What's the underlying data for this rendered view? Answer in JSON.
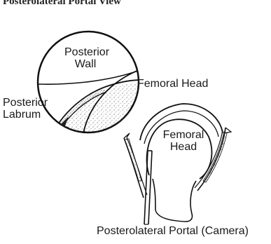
{
  "title": "Posterolateral Portal View",
  "labels": {
    "posterior_wall": [
      "Posterior",
      "Wall"
    ],
    "femoral_head_inset": "Femoral Head",
    "posterior_labrum": [
      "Posterior",
      "Labrum"
    ],
    "femoral_head_main": [
      "Femoral",
      "Head"
    ],
    "portal": "Posterolateral Portal (Camera)"
  }
}
